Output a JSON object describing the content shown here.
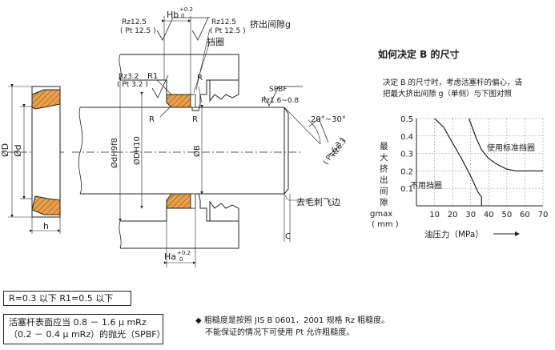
{
  "colors": {
    "seal": "#e8a04a",
    "line": "#222222",
    "curve": "#111111"
  },
  "drawing": {
    "hb_label": "Hb",
    "hb_tol": "+0.2",
    "hb_tol2": "0",
    "ha_label": "Ha",
    "ha_tol": "+0.2",
    "ha_tol2": "0",
    "rz_top_left": "Rz12.5",
    "pt_top_left": "( Pt 12.5 )",
    "rz_top_right": "Rz12.5",
    "pt_top_right": "( Pt 12.5 )",
    "rz_groove": "Rz3.2",
    "pt_groove": "( Pt 3.2 )",
    "r1": "R1",
    "r_upper": "R",
    "r_lower_left": "R",
    "r_lower_right": "R",
    "extrusion_gap": "挤出间隙g",
    "backup_ring": "挡圈",
    "spbf": "SPBF",
    "rz_rod": "Rz1.6~0.8",
    "angle": "20°~30°",
    "rz_chamfer": "Rz6.3",
    "pt_chamfer": "( Pt 6.3 )",
    "deburr": "去毛刺飞边",
    "c_label": "C",
    "dim_D": "ØD",
    "dim_d": "Ød",
    "dim_h": "h",
    "dim_dh9f8": "ØdH9f8",
    "dim_dh10": "ØDH10",
    "dim_B": "ØB"
  },
  "chart_data": {
    "type": "line",
    "title": "如何决定 B 的尺寸",
    "description_line1": "决定 B 的尺寸时，考虑活塞杆的偏心，请",
    "description_line2": "把最大挤出间隙 g（单侧）与下图对照",
    "ylabel_chars": [
      "最",
      "大",
      "挤",
      "出",
      "间",
      "隙"
    ],
    "ylabel_unit1": "gmax",
    "ylabel_unit2": "( mm )",
    "xlabel": "油压力（MPa）",
    "xlim": [
      0,
      70
    ],
    "ylim": [
      0,
      0.5
    ],
    "xticks": [
      "10",
      "20",
      "30",
      "40",
      "50",
      "60",
      "70"
    ],
    "yticks": [
      "0.1",
      "0.2",
      "0.3",
      "0.4",
      "0.5"
    ],
    "grid": true,
    "series": [
      {
        "name": "不用挡圈",
        "x": [
          10,
          15,
          20,
          25,
          30,
          34,
          34,
          36,
          36
        ],
        "y": [
          0.5,
          0.45,
          0.36,
          0.27,
          0.17,
          0.08,
          0.08,
          0.05,
          0.0
        ]
      },
      {
        "name": "使用标准挡圈",
        "x": [
          29,
          33,
          36,
          40,
          45,
          50,
          55,
          60,
          70
        ],
        "y": [
          0.5,
          0.39,
          0.32,
          0.27,
          0.235,
          0.21,
          0.2,
          0.2,
          0.2
        ]
      }
    ]
  },
  "notes": {
    "radius_note": "R=0.3 以下          R1=0.5 以下",
    "finish_line1": "活塞杆表面应当 0.8 － 1.6 μ mRz",
    "finish_line2": "（0.2 － 0.4 μ mRz）的抛光（SPBF）",
    "jis_line1": "◆ 粗糙度是按照 JIS B 0601．2001 规格 Rz 粗糙度。",
    "jis_line2": "不能保证的情况下可使用 Pt 允许粗糙度。"
  }
}
